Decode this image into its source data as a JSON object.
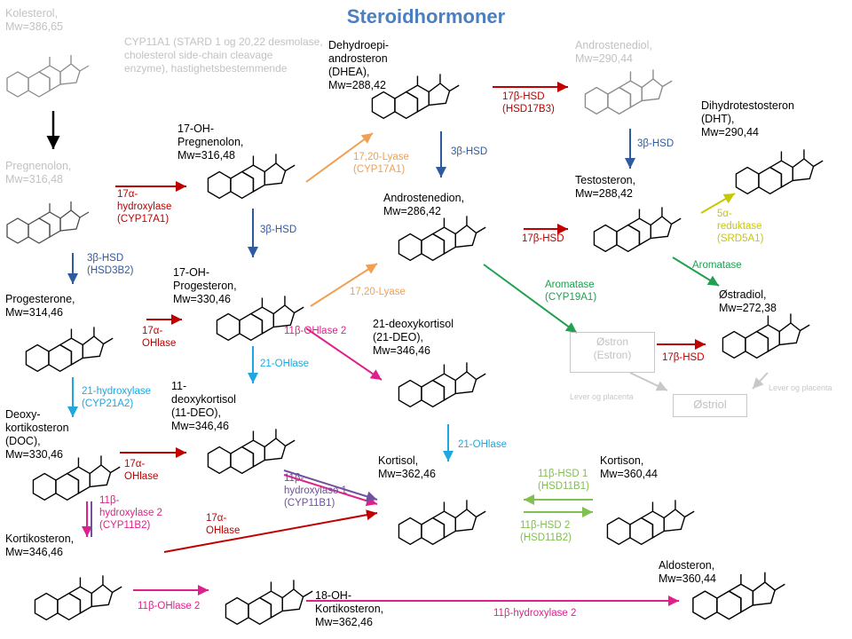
{
  "title": "Steroidhormoner",
  "compounds": {
    "kolesterol": {
      "name": "Kolesterol,",
      "mw": "Mw=386,65"
    },
    "pregnenolon": {
      "name": "Pregnenolon,",
      "mw": "Mw=316,48"
    },
    "progesterone": {
      "name": "Progesterone,",
      "mw": "Mw=314,46"
    },
    "doc": {
      "name": "Deoxy-\nkortikosteron\n(DOC),",
      "mw": "Mw=330,46"
    },
    "kortikosteron": {
      "name": "Kortikosteron,",
      "mw": "Mw=346,46"
    },
    "oh_preg": {
      "name": "17-OH-\nPregnenolon,",
      "mw": "Mw=316,48"
    },
    "oh_prog": {
      "name": "17-OH-\nProgesteron,",
      "mw": "Mw=330,46"
    },
    "deo11": {
      "name": "11-\ndeoxykortisol\n(11-DEO),",
      "mw": "Mw=346,46"
    },
    "oh18": {
      "name": "18-OH-\nKortikosteron,",
      "mw": "Mw=362,46"
    },
    "dhea": {
      "name": "Dehydroepi-\nandrosteron\n(DHEA),",
      "mw": "Mw=288,42"
    },
    "androstenedion": {
      "name": "Androstenedion,",
      "mw": "Mw=286,42"
    },
    "deo21": {
      "name": "21-deoxykortisol\n(21-DEO),",
      "mw": "Mw=346,46"
    },
    "kortisol": {
      "name": "Kortisol,",
      "mw": "Mw=362,46"
    },
    "androstenediol": {
      "name": "Androstenediol,",
      "mw": "Mw=290,44"
    },
    "testosteron": {
      "name": "Testosteron,",
      "mw": "Mw=288,42"
    },
    "dht": {
      "name": "Dihydrotestosteron\n(DHT),",
      "mw": "Mw=290,44"
    },
    "ostradiol": {
      "name": "Østradiol,",
      "mw": "Mw=272,38"
    },
    "kortison": {
      "name": "Kortison,",
      "mw": "Mw=360,44"
    },
    "aldosteron": {
      "name": "Aldosteron,",
      "mw": "Mw=360,44"
    }
  },
  "cyp11a1_note": "CYP11A1 (STARD 1 og 20,22 desmolase,\ncholesterol side-chain cleavage\nenzyme), hastighetsbestemmende",
  "enzymes": {
    "hydroxylase17_a": "17α-\nhydroxylase\n(CYP17A1)",
    "hsd3b_a": "3β-HSD\n(HSD3B2)",
    "hsd3b_b": "3β-HSD",
    "hsd3b_c": "3β-HSD",
    "hsd3b_d": "3β-HSD",
    "ohlase17_a": "17α-\nOHlase",
    "ohlase17_b": "17α-\nOHlase",
    "ohlase17_c": "17α-\nOHlase",
    "hydroxylase21": "21-hydroxylase\n(CYP21A2)",
    "ohlase21_a": "21-OHlase",
    "ohlase21_b": "21-OHlase",
    "hydroxylase11_2": "11β-\nhydroxylase 2\n(CYP11B2)",
    "hydroxylase11_1": "11β-\nhydroxylase 1\n(CYP11B1)",
    "ohlase11_a": "11β-OHlase 2",
    "ohlase11_b": "11β-OHlase 2",
    "hydroxylase11_bottom": "11β-hydroxylase 2",
    "lyase17_20_a": "17,20-Lyase\n(CYP17A1)",
    "lyase17_20_b": "17,20-Lyase",
    "hsd17b_a": "17β-HSD\n(HSD17B3)",
    "hsd17b_b": "17β-HSD",
    "hsd17b_c": "17β-HSD",
    "aromatase_a": "Aromatase\n(CYP19A1)",
    "aromatase_b": "Aromatase",
    "reduktase": "5α-\nreduktase\n(SRD5A1)",
    "hsd11_1": "11β-HSD 1\n(HSD11B1)",
    "hsd11_2": "11β-HSD 2\n(HSD11B2)"
  },
  "boxes": {
    "ostron": "Østron\n(Estron)",
    "ostriol": "Østriol"
  },
  "notes": {
    "lever_a": "Lever og placenta",
    "lever_b": "Lever og placenta"
  },
  "colors": {
    "title": "#4a7fc1",
    "red": "#c00000",
    "blue": "#2e5aa0",
    "cyan": "#1ea8e0",
    "orange": "#f0a050",
    "magenta": "#e0208a",
    "purple": "#7050a0",
    "green": "#20a050",
    "lightgreen": "#80c050",
    "yellow": "#c8c800",
    "gray": "#c8c8c8"
  }
}
